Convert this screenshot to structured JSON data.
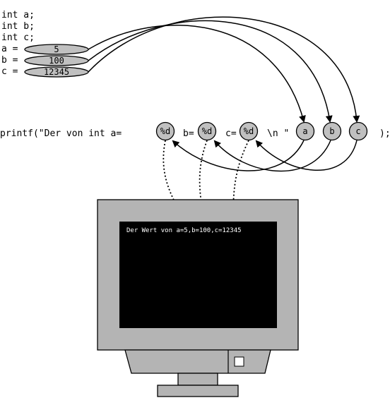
{
  "declarations": {
    "line_a": "int a;",
    "line_b": "int b;",
    "line_c": "int c;"
  },
  "assignments": {
    "a_label": "a =",
    "a_value": "5",
    "b_label": "b =",
    "b_value": "100",
    "c_label": "c =",
    "c_value": "12345"
  },
  "printf": {
    "prefix": "printf(\"Der von int a=",
    "spec_1": "%d",
    "mid_b": "b=",
    "spec_2": "%d",
    "mid_c": "c=",
    "spec_3": "%d",
    "newline": "\\n \"",
    "arg_a": "a",
    "arg_b": "b",
    "arg_c": "c",
    "suffix": ");"
  },
  "monitor": {
    "output": "Der Wert von a=5,b=100,c=12345"
  },
  "colors": {
    "bubble_fill": "#c0c0c0",
    "monitor_body": "#b4b4b4",
    "screen": "#000000",
    "screen_text": "#ffffff"
  }
}
